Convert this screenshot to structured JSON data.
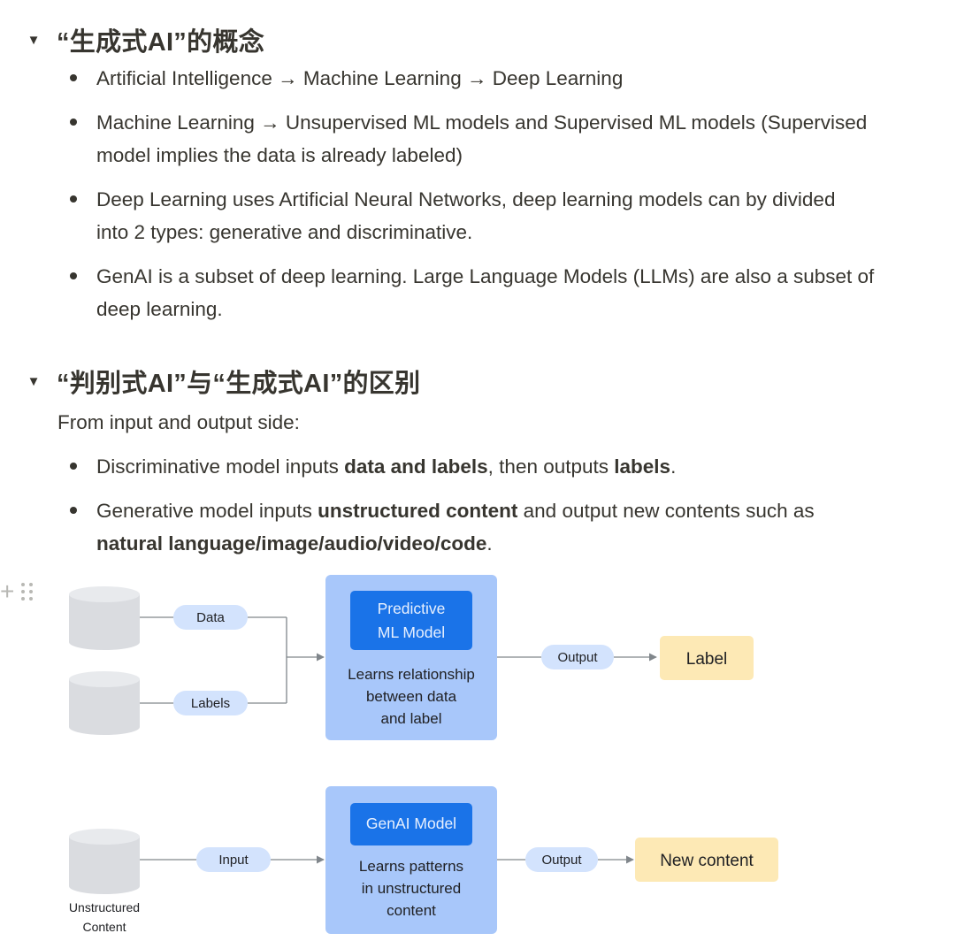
{
  "section1": {
    "heading": "“生成式AI”的概念",
    "bullets": [
      "Artificial Intelligence → Machine Learning → Deep Learning",
      "Machine Learning → Unsupervised ML models and Supervised ML models (Supervised",
      "model implies the data is already labeled)",
      "Deep Learning uses Artificial Neural Networks, deep learning models can by divided",
      "into 2 types: generative and discriminative.",
      "GenAI is a subset of deep learning. Large Language Models (LLMs) are also a subset of",
      "deep learning."
    ]
  },
  "section2": {
    "heading": "“判别式AI”与“生成式AI”的区别",
    "intro": "From input and output side:",
    "bullet1": {
      "pre": "Discriminative model inputs ",
      "bold1": "data and labels",
      "mid": ", then outputs ",
      "bold2": "labels",
      "post": "."
    },
    "bullet2": {
      "pre": "Generative model inputs ",
      "bold1": "unstructured content",
      "mid": " and output new contents such as",
      "bold2": "natural language/image/audio/video/code",
      "post": "."
    }
  },
  "diagram": {
    "top": {
      "input1": "Data",
      "input2": "Labels",
      "model_title_line1": "Predictive",
      "model_title_line2": "ML Model",
      "model_desc_line1": "Learns relationship",
      "model_desc_line2": "between data",
      "model_desc_line3": "and label",
      "output_pill": "Output",
      "result": "Label"
    },
    "bottom": {
      "input": "Input",
      "db_label_line1": "Unstructured",
      "db_label_line2": "Content",
      "model_title": "GenAI Model",
      "model_desc_line1": "Learns patterns",
      "model_desc_line2": "in unstructured",
      "model_desc_line3": "content",
      "output_pill": "Output",
      "result": "New content"
    },
    "colors": {
      "panel": "#a8c7fa",
      "title_box": "#1a73e8",
      "pill": "#d3e3fd",
      "result": "#fde9b5",
      "database": "#dadce0",
      "connector": "#80868b"
    }
  },
  "icons": [
    "toggle-arrow-icon",
    "plus-icon",
    "drag-handle-icon",
    "database-icon",
    "arrow-icon"
  ]
}
